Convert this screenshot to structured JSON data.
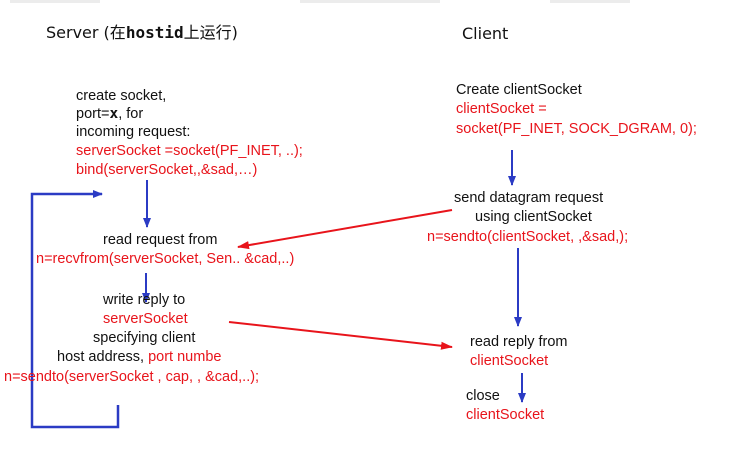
{
  "header": {
    "server_prefix": "Server (在",
    "server_mono": "hostid",
    "server_suffix": "上运行)",
    "client": "Client"
  },
  "server": {
    "create_1": "create socket,",
    "create_2_prefix": "port=",
    "create_2_var": "x",
    "create_2_suffix": ", for",
    "create_3": "incoming request:",
    "code_socket": "serverSocket =socket(PF_INET, ..);",
    "code_bind": "bind(serverSocket,,&sad,…)",
    "read": "read request from",
    "code_recv": "n=recvfrom(serverSocket, Sen.. &cad,..)",
    "write": "write reply to",
    "write_sock": "serverSocket",
    "spec": "specifying client",
    "host_prefix": "host address,",
    "host_port": "port numbe",
    "code_send": "n=sendto(serverSocket , cap, , &cad,..);"
  },
  "client": {
    "create": "Create clientSocket",
    "code_1": "clientSocket =",
    "code_2": "socket(PF_INET, SOCK_DGRAM, 0);",
    "send_1": "send datagram request",
    "send_2": "using clientSocket",
    "code_send": "n=sendto(clientSocket, ,&sad,);",
    "read_1": "read reply from",
    "read_sock": "clientSocket",
    "close": "close",
    "close_sock": "clientSocket"
  },
  "colors": {
    "text": "#111111",
    "code": "#e8141b",
    "arrow_blue": "#2b3bc4",
    "arrow_red": "#e8141b"
  }
}
